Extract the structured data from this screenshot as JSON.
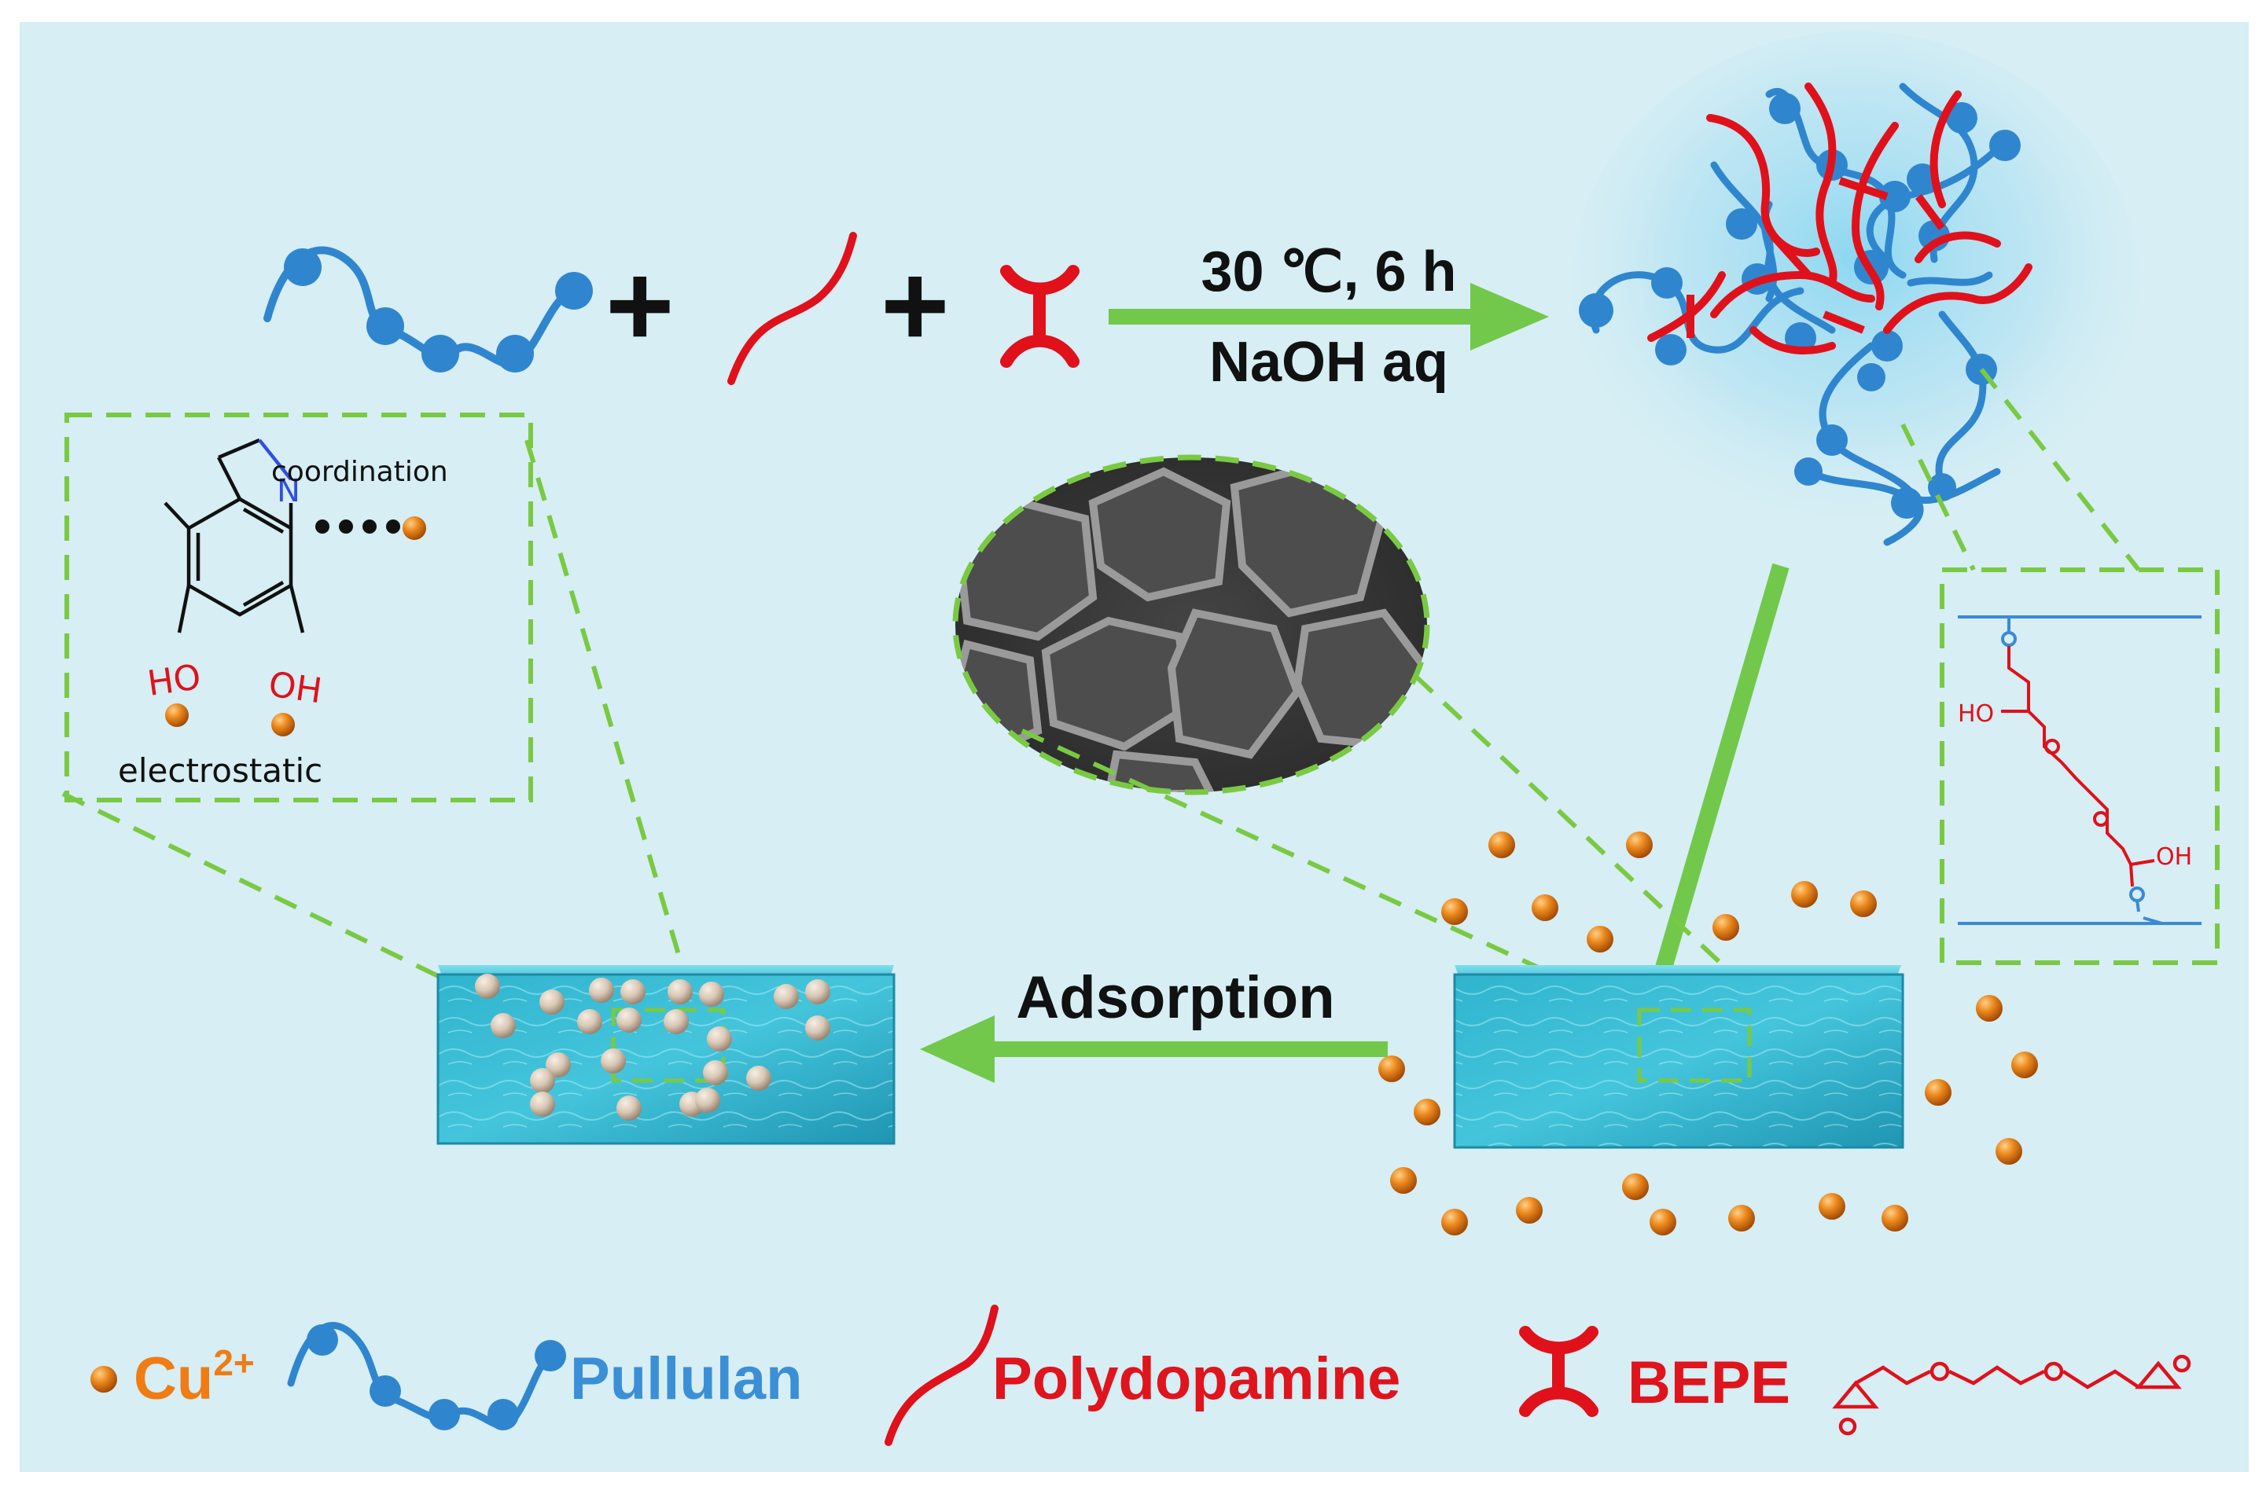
{
  "reaction": {
    "condition_line1": "30 ℃, 6 h",
    "condition_line2": "NaOH aq",
    "plus_1": "+",
    "plus_2": "+"
  },
  "adsorption_label": "Adsorption",
  "mechanism": {
    "coordination": "coordination",
    "electrostatic": "electrostatic",
    "atom_N": "N",
    "ho": "HO",
    "oh": "OH"
  },
  "crosslink_structure": {
    "ho": "HO",
    "oh": "OH"
  },
  "legend": {
    "cu_base": "Cu",
    "cu_charge": "2+",
    "pullulan": "Pullulan",
    "polydopamine": "Polydopamine",
    "bepe": "BEPE"
  },
  "colors": {
    "background": "#d6eef4",
    "pullulan_blue": "#2f86cf",
    "pdpa_red": "#e0111b",
    "arrow_green": "#72c84a",
    "cu_orange": "#e87b12",
    "dash_green": "#7ac943",
    "legend_cu_text": "#f07c14",
    "legend_pullulan_text": "#3b8fd6",
    "legend_red_text": "#e0141c"
  }
}
